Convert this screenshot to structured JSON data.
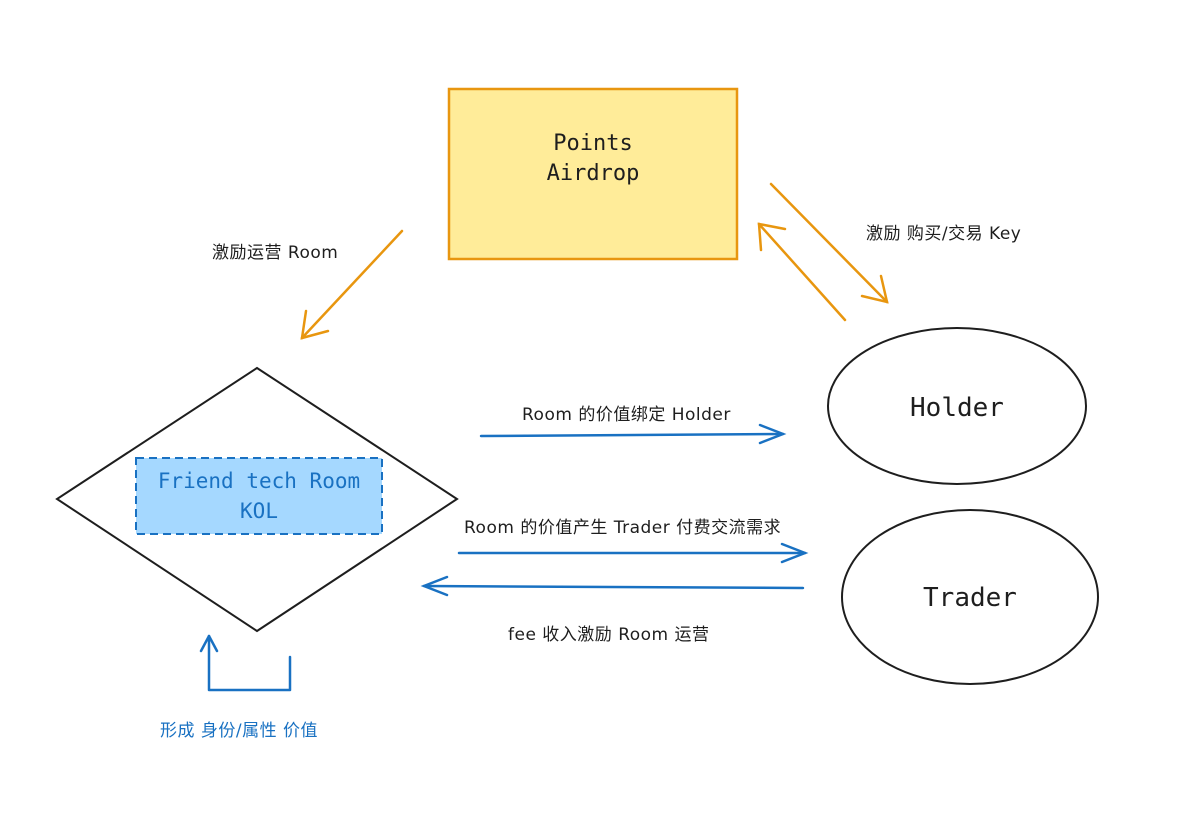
{
  "nodes": {
    "points_airdrop": {
      "line1": "Points",
      "line2": "Airdrop"
    },
    "friend_tech_room": {
      "line1": "Friend tech Room",
      "line2": "KOL"
    },
    "holder": {
      "label": "Holder"
    },
    "trader": {
      "label": "Trader"
    }
  },
  "edges": {
    "incentivize_room": "激励运营 Room",
    "incentivize_buy_key": "激励 购买/交易 Key",
    "room_value_binds_holder": "Room 的价值绑定 Holder",
    "room_value_trader_demand": "Room 的价值产生 Trader 付费交流需求",
    "fee_income": "fee 收入激励 Room 运营",
    "identity_value": "形成 身份/属性 价值"
  },
  "colors": {
    "orange": "#e8960f",
    "blue": "#1971c2",
    "yellow_fill": "#ffec99",
    "light_blue_fill": "#a5d8ff",
    "stroke": "#1e1e1e"
  }
}
